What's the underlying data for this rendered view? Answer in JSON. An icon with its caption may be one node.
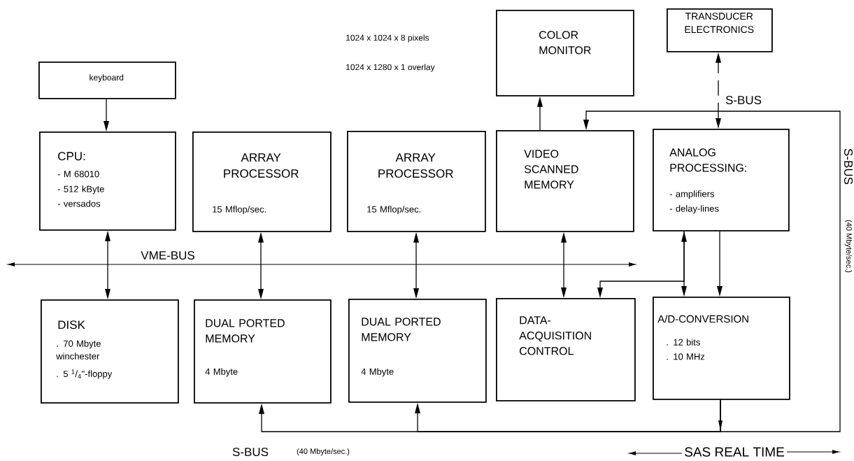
{
  "diagram": {
    "nodes": [
      {
        "text": [
          "keyboard"
        ]
      },
      {
        "text": [
          "CPU:",
          "- M 68010",
          "- 512 kByte",
          "- versados"
        ]
      },
      {
        "text": [
          "ARRAY PROCESSOR",
          "15 Mflop/sec."
        ]
      },
      {
        "text": [
          "ARRAY PROCESSOR",
          "15 Mflop/sec."
        ]
      },
      {
        "text": [
          "COLOR MONITOR"
        ]
      },
      {
        "text": [
          "TRANSDUCER ELECTRONICS"
        ]
      },
      {
        "text": [
          "VIDEO SCANNED MEMORY"
        ]
      },
      {
        "text": [
          "ANALOG PROCESSING:",
          "- amplifiers",
          "- delay-lines"
        ]
      },
      {
        "text": [
          "DISK",
          ". 70 Mbyte winchester",
          ". 5 $^{1}$/$_{4}$\"-floppy"
        ]
      },
      {
        "text": [
          "DUAL PORTED MEMORY",
          "4 Mbyte"
        ]
      },
      {
        "text": [
          "DUAL PORTED MEMORY",
          "4 Mbyte"
        ]
      },
      {
        "text": [
          "DATA- ACQUISITION CONTROL"
        ]
      },
      {
        "text": [
          "A/D-CONVERSION",
          ". 12 bits",
          ". 10 MHz"
        ]
      }
    ],
    "edges": [
      {
        "from": 0,
        "to": 1,
        "arrow": "to"
      },
      {
        "from": 1,
        "to": 8,
        "arrow": "both"
      },
      {
        "from": 2,
        "to": 9,
        "arrow": "both"
      },
      {
        "from": 3,
        "to": 10,
        "arrow": "both"
      },
      {
        "from": 6,
        "to": 11,
        "arrow": "both"
      },
      {
        "from": 6,
        "to": 4,
        "arrow": "to"
      },
      {
        "from": 5,
        "to": 7,
        "arrow": "both",
        "style": "dashed"
      },
      {
        "from": 7,
        "to": 12,
        "arrow": "both"
      },
      {
        "from": 7,
        "to": 11,
        "arrow": "to"
      },
      {
        "from": 7,
        "to": 12,
        "arrow": "to"
      },
      {
        "from": 12,
        "to": 9,
        "arrow": "to"
      },
      {
        "from": 12,
        "to": 10,
        "arrow": "to"
      },
      {
        "from": 12,
        "to": 6,
        "arrow": "to"
      }
    ],
    "labels": [
      "1024 x 1024 x 8 pixels",
      "1024 x 1280 x 1 overlay",
      "S-BUS",
      "S-BUS",
      "(40 Mbyte/sec.)",
      "VME-BUS",
      "S-BUS",
      "(40 Mbyte/sec.)",
      "SAS REAL TIME"
    ]
  }
}
